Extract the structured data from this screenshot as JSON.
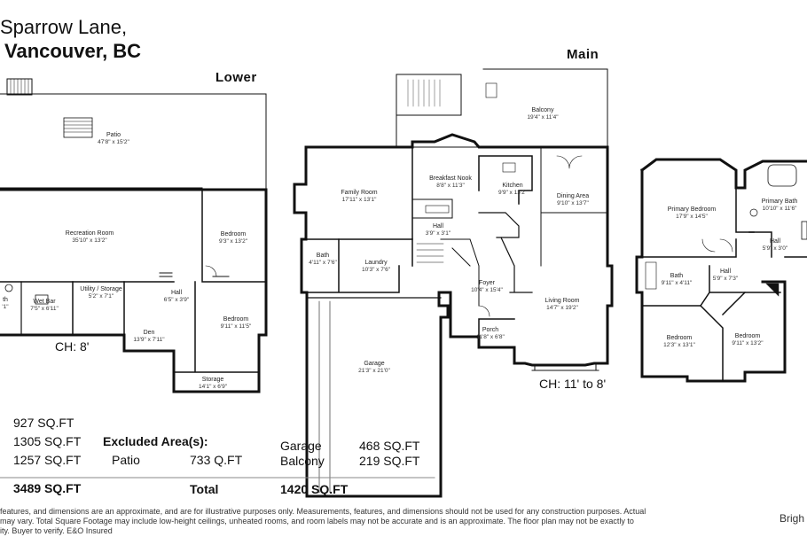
{
  "header": {
    "street": "Sparrow Lane,",
    "city": "Vancouver, BC"
  },
  "levels": {
    "lower": {
      "label": "Lower",
      "ceiling": "CH: 8'",
      "rooms": [
        {
          "name": "Patio",
          "dim": "47'8\" x 15'2\""
        },
        {
          "name": "Recreation Room",
          "dim": "35'10\" x 13'2\""
        },
        {
          "name": "Bedroom",
          "dim": "9'3\" x 13'2\""
        },
        {
          "name": "Utility / Storage",
          "dim": "5'2\" x 7'1\""
        },
        {
          "name": "Hall",
          "dim": "6'5\" x 3'9\""
        },
        {
          "name": "Wet Bar",
          "dim": "7'5\" x 6'11\""
        },
        {
          "name": "Bedroom",
          "dim": "9'11\" x 11'5\""
        },
        {
          "name": "Den",
          "dim": "13'9\" x 7'11\""
        },
        {
          "name": "Storage",
          "dim": "14'1\" x 6'9\""
        },
        {
          "name": "th",
          "dim": "'1\""
        }
      ]
    },
    "main": {
      "label": "Main",
      "ceiling": "CH: 11' to 8'",
      "rooms": [
        {
          "name": "Balcony",
          "dim": "19'4\" x 11'4\""
        },
        {
          "name": "Family Room",
          "dim": "17'11\" x 13'1\""
        },
        {
          "name": "Breakfast Nook",
          "dim": "8'8\" x 11'3\""
        },
        {
          "name": "Kitchen",
          "dim": "9'9\" x 13'2\""
        },
        {
          "name": "Dining Area",
          "dim": "9'10\" x 13'7\""
        },
        {
          "name": "Hall",
          "dim": "3'9\" x 3'1\""
        },
        {
          "name": "Bath",
          "dim": "4'11\" x 7'6\""
        },
        {
          "name": "Laundry",
          "dim": "10'3\" x 7'6\""
        },
        {
          "name": "Foyer",
          "dim": "10'4\" x 15'4\""
        },
        {
          "name": "Living Room",
          "dim": "14'7\" x 19'2\""
        },
        {
          "name": "Porch",
          "dim": "11'8\" x 6'8\""
        },
        {
          "name": "Garage",
          "dim": "21'3\" x 21'0\""
        }
      ]
    },
    "upper": {
      "rooms": [
        {
          "name": "Primary Bedroom",
          "dim": "17'9\" x 14'5\""
        },
        {
          "name": "Primary Bath",
          "dim": "10'10\" x 11'6\""
        },
        {
          "name": "Hall",
          "dim": "5'9\" x 3'0\""
        },
        {
          "name": "Bath",
          "dim": "9'11\" x 4'11\""
        },
        {
          "name": "Hall",
          "dim": "5'9\" x 7'3\""
        },
        {
          "name": "Bedroom",
          "dim": "12'3\" x 13'1\""
        },
        {
          "name": "Bedroom",
          "dim": "9'11\" x 13'2\""
        }
      ]
    }
  },
  "areas": {
    "level_rows": [
      {
        "value": "927 SQ.FT"
      },
      {
        "value": "1305 SQ.FT"
      },
      {
        "value": "1257 SQ.FT"
      }
    ],
    "total_value": "3489 SQ.FT",
    "excluded_title": "Excluded Area(s):",
    "excluded": [
      {
        "name": "Patio",
        "value": "733 Q.FT"
      },
      {
        "name": "Garage",
        "value": "468 SQ.FT"
      },
      {
        "name": "Balcony",
        "value": "219 SQ.FT"
      }
    ],
    "excluded_total_label": "Total",
    "excluded_total_value": "1420 SQ.FT"
  },
  "disclaimer": {
    "line1": "features, and dimensions are an approximate, and are for illustrative purposes only. Measurements, features, and dimensions should not be used for any construction purposes. Actual",
    "line2": "may vary. Total Square Footage may include low-height ceilings, unheated rooms, and room labels may not be accurate and is an approximate. The floor plan may not be exactly to",
    "line3": "ity. Buyer to verify. E&O Insured"
  },
  "brand": {
    "text": "Brigh"
  }
}
